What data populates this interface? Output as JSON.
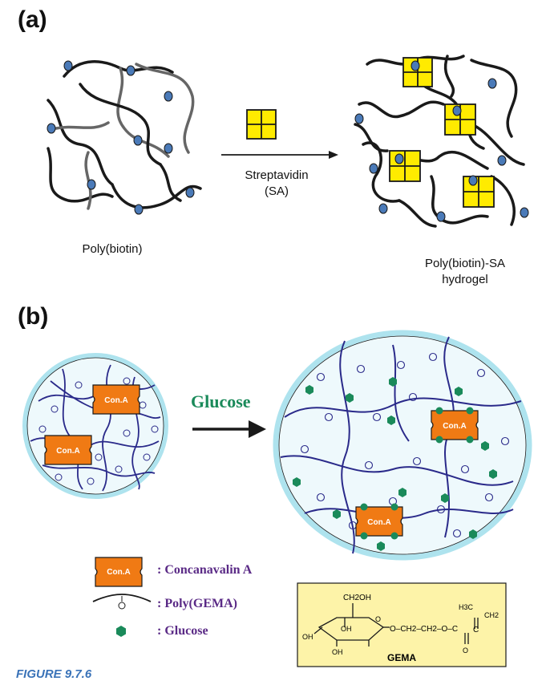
{
  "panel_a": {
    "label": "(a)",
    "left_caption": "Poly(biotin)",
    "arrow_label_line1": "Streptavidin",
    "arrow_label_line2": "(SA)",
    "right_caption_line1": "Poly(biotin)-SA",
    "right_caption_line2": "hydrogel"
  },
  "panel_b": {
    "label": "(b)",
    "arrow_label": "Glucose",
    "conca_tag": "Con.A",
    "legend": {
      "conca": ": Concanavalin A",
      "poly": ": Poly(GEMA)",
      "glucose": ": Glucose"
    },
    "gema": {
      "name": "GEMA",
      "ch2oh": "CH2OH",
      "oh": "OH",
      "o_ring": "O",
      "chain": "O–CH2–CH2–O–C",
      "carbonyl_o": "O",
      "h3c": "H3C",
      "c": "C",
      "ch2": "CH2"
    }
  },
  "colors": {
    "chain_black": "#1a1a1a",
    "chain_gray": "#666666",
    "biotin_blue": "#4a7ab8",
    "sa_yellow": "#ffeb00",
    "poly_blue": "#2a2a8a",
    "gel_fill": "#eef9fc",
    "gel_rim": "#aee3ee",
    "conca_orange": "#f07a14",
    "glucose_green": "#1a8a5a",
    "legend_purple": "#5a2a86",
    "gema_box": "#fdf3a8",
    "caption_blue": "#3a73b8"
  },
  "figure_caption": "FIGURE 9.7.6"
}
